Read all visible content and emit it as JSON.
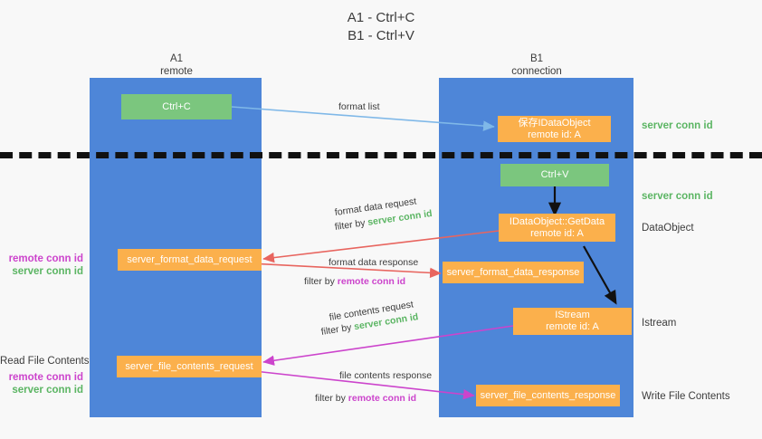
{
  "title": {
    "line1": "A1 - Ctrl+C",
    "line2": "B1 - Ctrl+V"
  },
  "lanes": [
    {
      "name": "A1",
      "sub": "remote"
    },
    {
      "name": "B1",
      "sub": "connection"
    }
  ],
  "nodes": {
    "ctrl_c": {
      "line1": "Ctrl+C"
    },
    "save_idataobject": {
      "line1": "保存IDataObject",
      "line2": "remote id: A"
    },
    "ctrl_v": {
      "line1": "Ctrl+V"
    },
    "getdata": {
      "line1": "IDataObject::GetData",
      "line2": "remote id: A"
    },
    "server_format_data_request": {
      "line1": "server_format_data_request"
    },
    "server_format_data_response": {
      "line1": "server_format_data_response"
    },
    "istream": {
      "line1": "IStream",
      "line2": "remote id: A"
    },
    "server_file_contents_request": {
      "line1": "server_file_contents_request"
    },
    "server_file_contents_response": {
      "line1": "server_file_contents_response"
    }
  },
  "captions": {
    "server_conn_id_1": "server conn id",
    "server_conn_id_2": "server conn id",
    "dataobject": "DataObject",
    "istream": "Istream",
    "write_file_contents": "Write File Contents",
    "read_file_contents": "Read File Contents",
    "remote_conn_id_left_1": "remote conn id",
    "server_conn_id_left_1": "server conn id",
    "remote_conn_id_left_2": "remote conn id",
    "server_conn_id_left_2": "server conn id"
  },
  "arrow_labels": {
    "format_list": "format list",
    "format_data_request": "format data request",
    "format_data_request_filter_prefix": "filter by ",
    "format_data_request_filter_value": "server conn id",
    "format_data_response": "format data response",
    "format_data_response_filter_prefix": "filter by ",
    "format_data_response_filter_value": "remote conn id",
    "file_contents_request": "file contents request",
    "file_contents_request_filter_prefix": "filter by ",
    "file_contents_request_filter_value": "server conn id",
    "file_contents_response": "file contents response",
    "file_contents_response_filter_prefix": "filter by ",
    "file_contents_response_filter_value": "remote conn id"
  },
  "colors": {
    "lane": "#4e86d8",
    "green_node": "#7bc67e",
    "orange_node": "#fbb04c",
    "server_conn_id": "#5bb563",
    "remote_conn_id": "#cc44cc",
    "arrow_light_blue": "#7fb8e8",
    "arrow_red": "#e8655f",
    "arrow_magenta": "#cc44cc",
    "arrow_black": "#111111",
    "background": "#f8f8f8"
  }
}
